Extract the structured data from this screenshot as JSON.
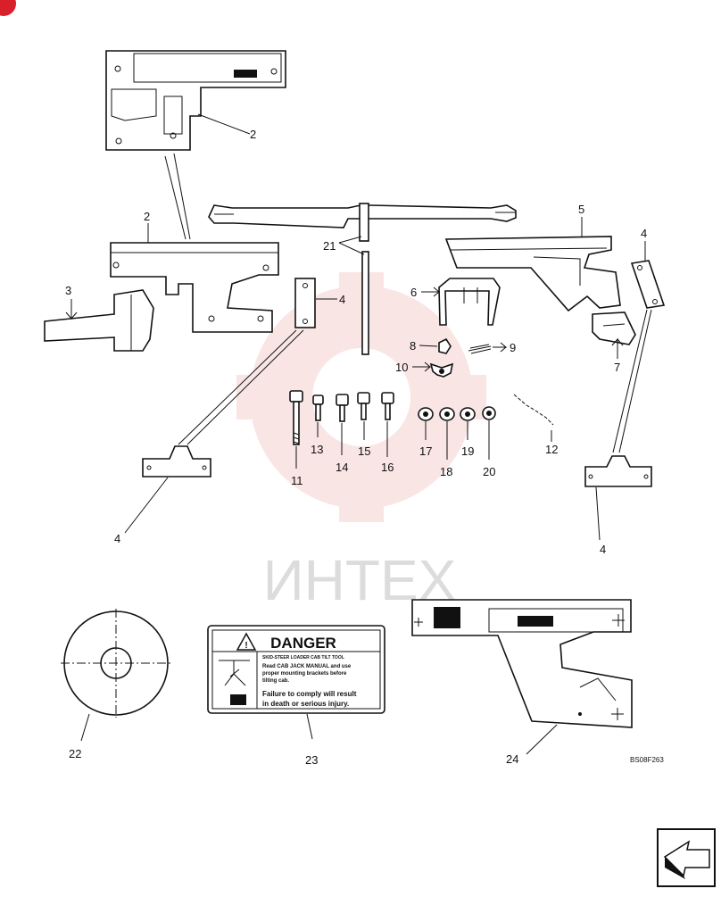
{
  "diagram": {
    "callouts": [
      "2",
      "2",
      "3",
      "4",
      "4",
      "4",
      "4",
      "5",
      "6",
      "7",
      "8",
      "9",
      "10",
      "11",
      "12",
      "13",
      "14",
      "15",
      "16",
      "17",
      "18",
      "19",
      "20",
      "21",
      "22",
      "23",
      "24"
    ],
    "drawing_code": "BS08F263",
    "watermark": "ИНТЕХ",
    "decal": {
      "header": "DANGER",
      "subtitle": "SKID-STEER LOADER CAB TILT TOOL",
      "line1": "Read CAB JACK MANUAL and use",
      "line2": "proper mounting brackets before",
      "line3": "tilting cab.",
      "line4": "Failure to comply will result",
      "line5": "in death or serious injury."
    }
  },
  "colors": {
    "ink": "#111111",
    "watermark": "#f3b7b7",
    "corner_badge": "#d8202a"
  },
  "icons": [
    "corner-badge-icon",
    "next-page-arrow-icon"
  ]
}
